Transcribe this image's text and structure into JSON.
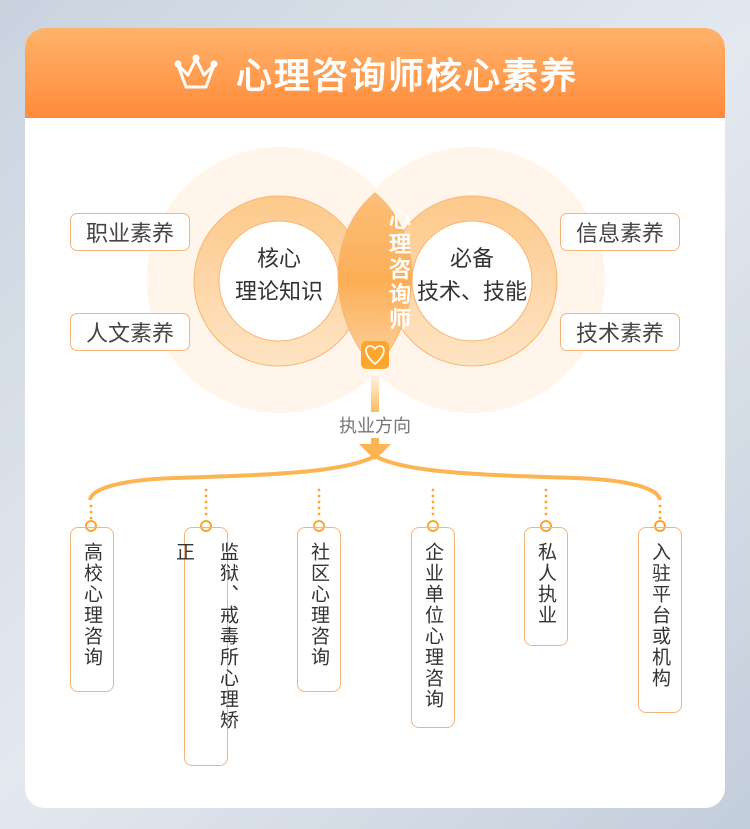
{
  "header": {
    "title": "心理咨询师核心素养",
    "icon": "crown-icon"
  },
  "left_tags": [
    "职业素养",
    "人文素养"
  ],
  "right_tags": [
    "信息素养",
    "技术素养"
  ],
  "core_left": [
    "核心",
    "理论知识"
  ],
  "core_right": [
    "必备",
    "技术、技能"
  ],
  "center": {
    "label": "心理咨询师",
    "icon": "heart-stethoscope-icon"
  },
  "direction_label": "执业方向",
  "directions": [
    "高校心理咨询",
    "监狱、戒毒所心理矫正",
    "社区心理咨询",
    "企业单位心理咨询",
    "私人执业",
    "入驻平台或机构"
  ],
  "colors": {
    "accent": "#ff8a3a",
    "line": "#fdb452",
    "border": "#f5b57a"
  }
}
